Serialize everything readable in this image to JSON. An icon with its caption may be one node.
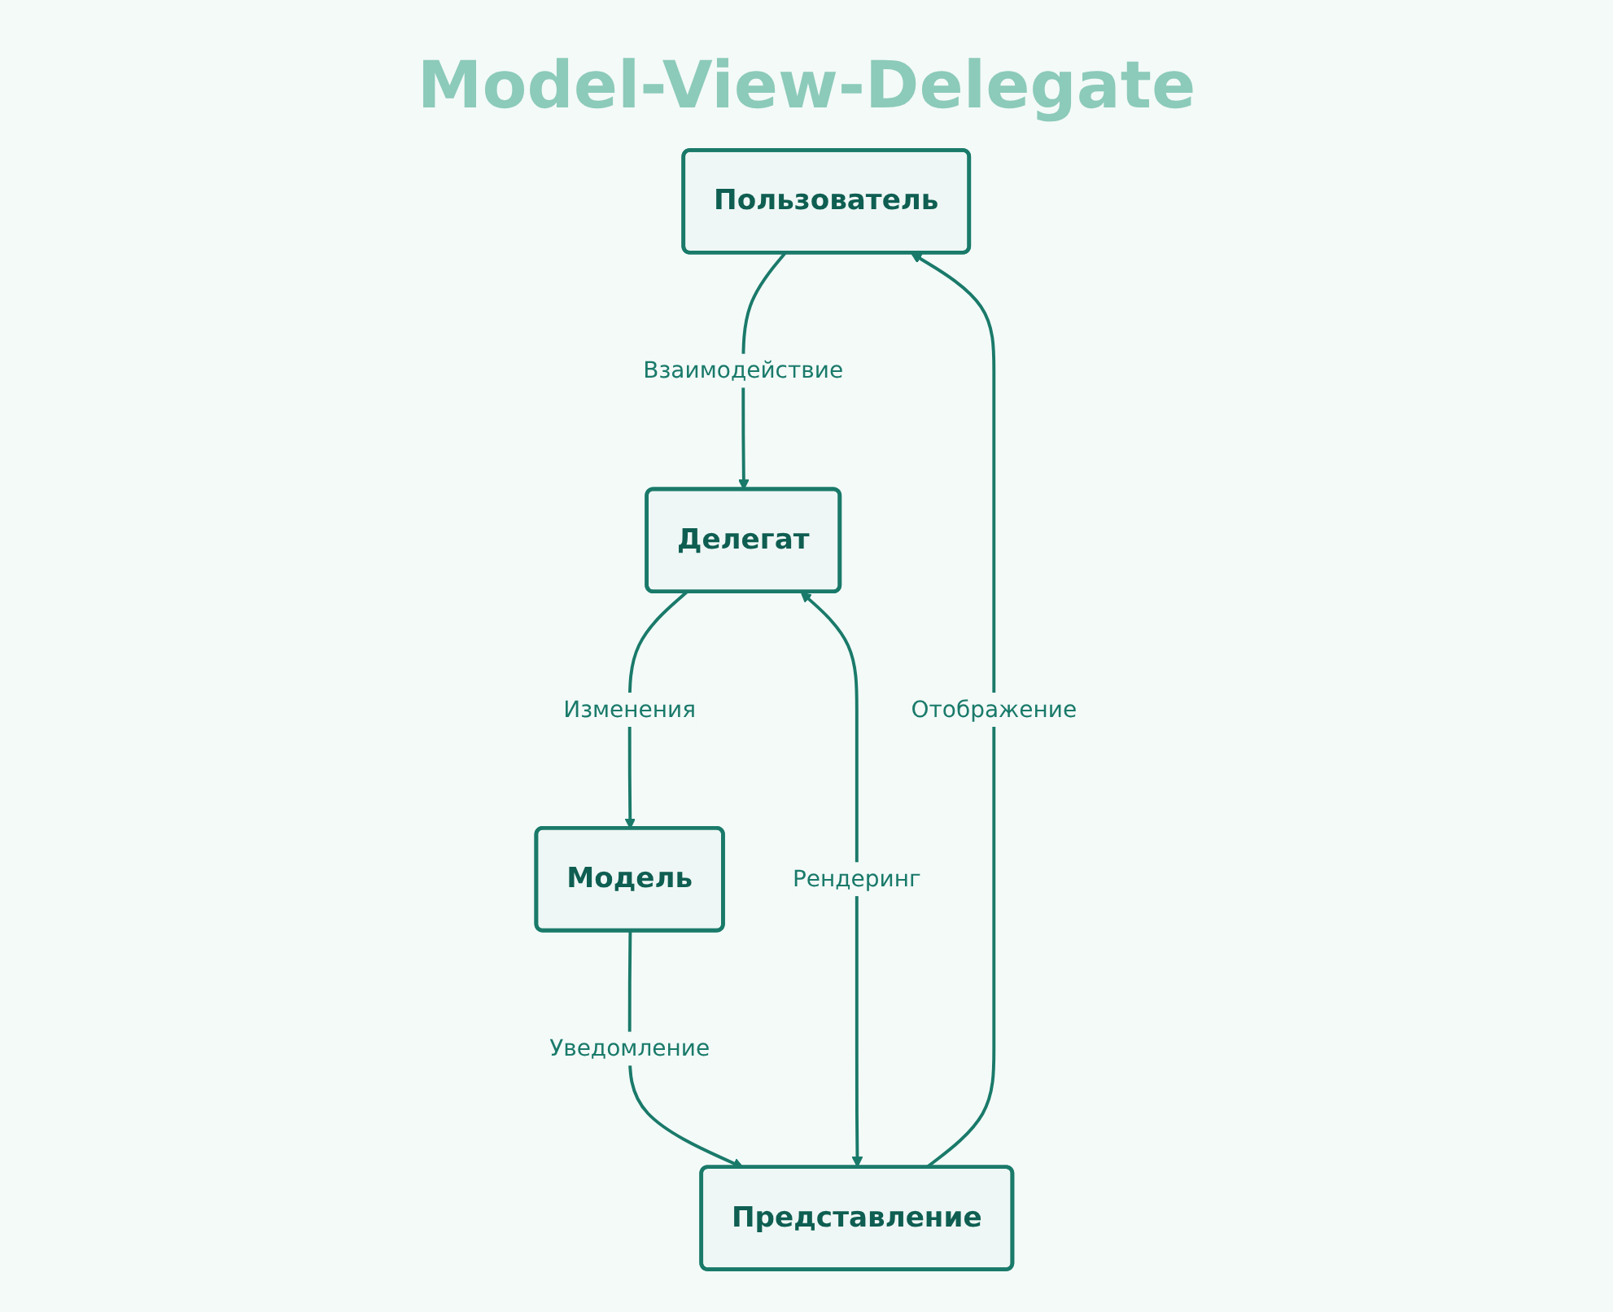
{
  "diagram": {
    "title": "Model-View-Delegate",
    "nodes": [
      {
        "text": [
          "Пользователь"
        ]
      },
      {
        "text": [
          "Представление"
        ]
      },
      {
        "text": [
          "Делегат"
        ]
      },
      {
        "text": [
          "Модель"
        ]
      }
    ],
    "edges": [
      {
        "from": 1,
        "to": 0,
        "arrow": "to",
        "label": "Отображение"
      },
      {
        "from": 0,
        "to": 2,
        "arrow": "to",
        "label": "Взаимодействие"
      },
      {
        "from": 1,
        "to": 2,
        "arrow": "both",
        "label": "Рендеринг"
      },
      {
        "from": 3,
        "to": 1,
        "arrow": "to",
        "label": "Уведомление"
      },
      {
        "from": 2,
        "to": 3,
        "arrow": "to",
        "label": "Изменения"
      }
    ]
  }
}
